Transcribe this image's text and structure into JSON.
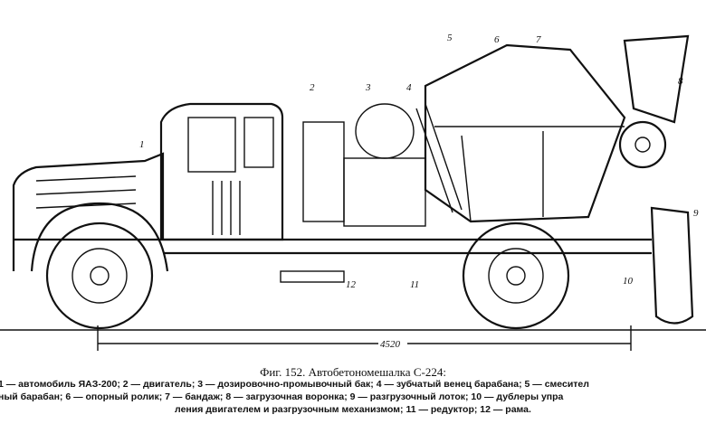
{
  "figure": {
    "callouts": [
      "1",
      "2",
      "3",
      "4",
      "5",
      "6",
      "7",
      "8",
      "9",
      "10",
      "11",
      "12"
    ],
    "dimension": "4520",
    "caption_title": "Фиг. 152. Автобетономешалка С-224:",
    "legend_lines": [
      "1 — автомобиль ЯАЗ-200; 2 — двигатель; 3 — дозировочно-промывочный бак; 4 — зубчатый венец барабана; 5 — смесител",
      "ный барабан; 6 — опорный ролик; 7 — бандаж; 8 — загрузочная воронка; 9 — разгрузочный лоток; 10 — дублеры упра",
      "ления двигателем и разгрузочным механизмом; 11 — редуктор; 12 — рама."
    ]
  }
}
